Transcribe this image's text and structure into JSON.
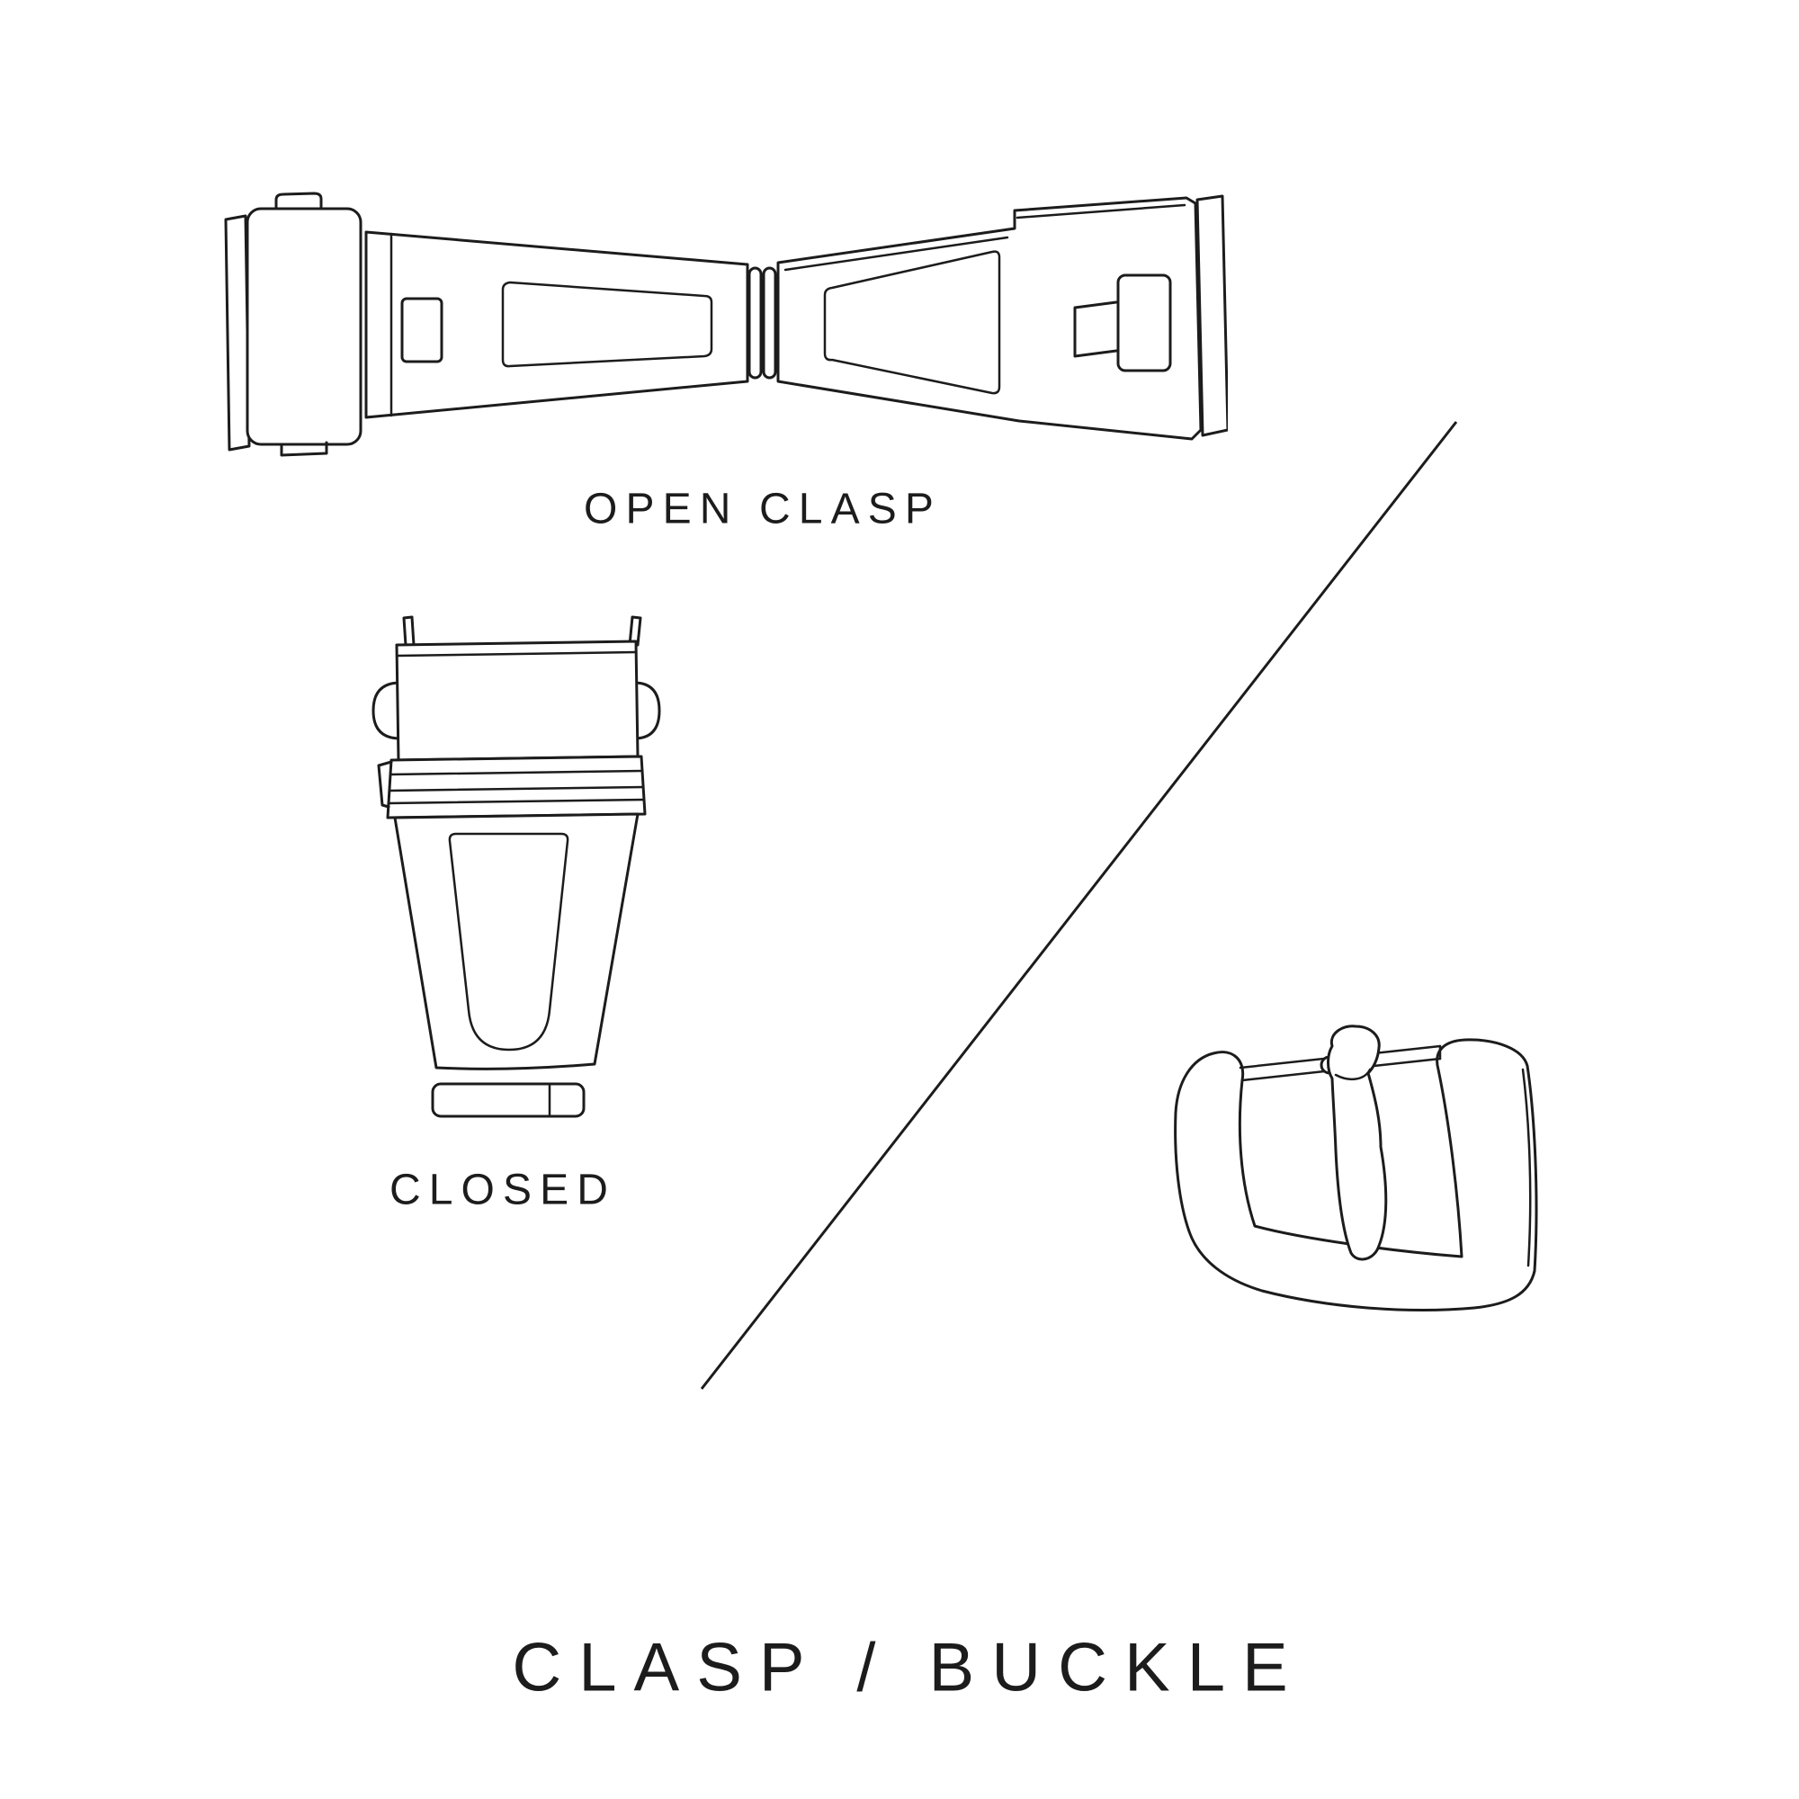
{
  "page": {
    "background_color": "#ffffff",
    "line_color": "#1c1c1c"
  },
  "diagram": {
    "title": "CLASP / BUCKLE",
    "figures": [
      {
        "id": "open-clasp",
        "label": "OPEN CLASP"
      },
      {
        "id": "closed-clasp",
        "label": "CLOSED"
      },
      {
        "id": "buckle",
        "label": ""
      }
    ]
  }
}
